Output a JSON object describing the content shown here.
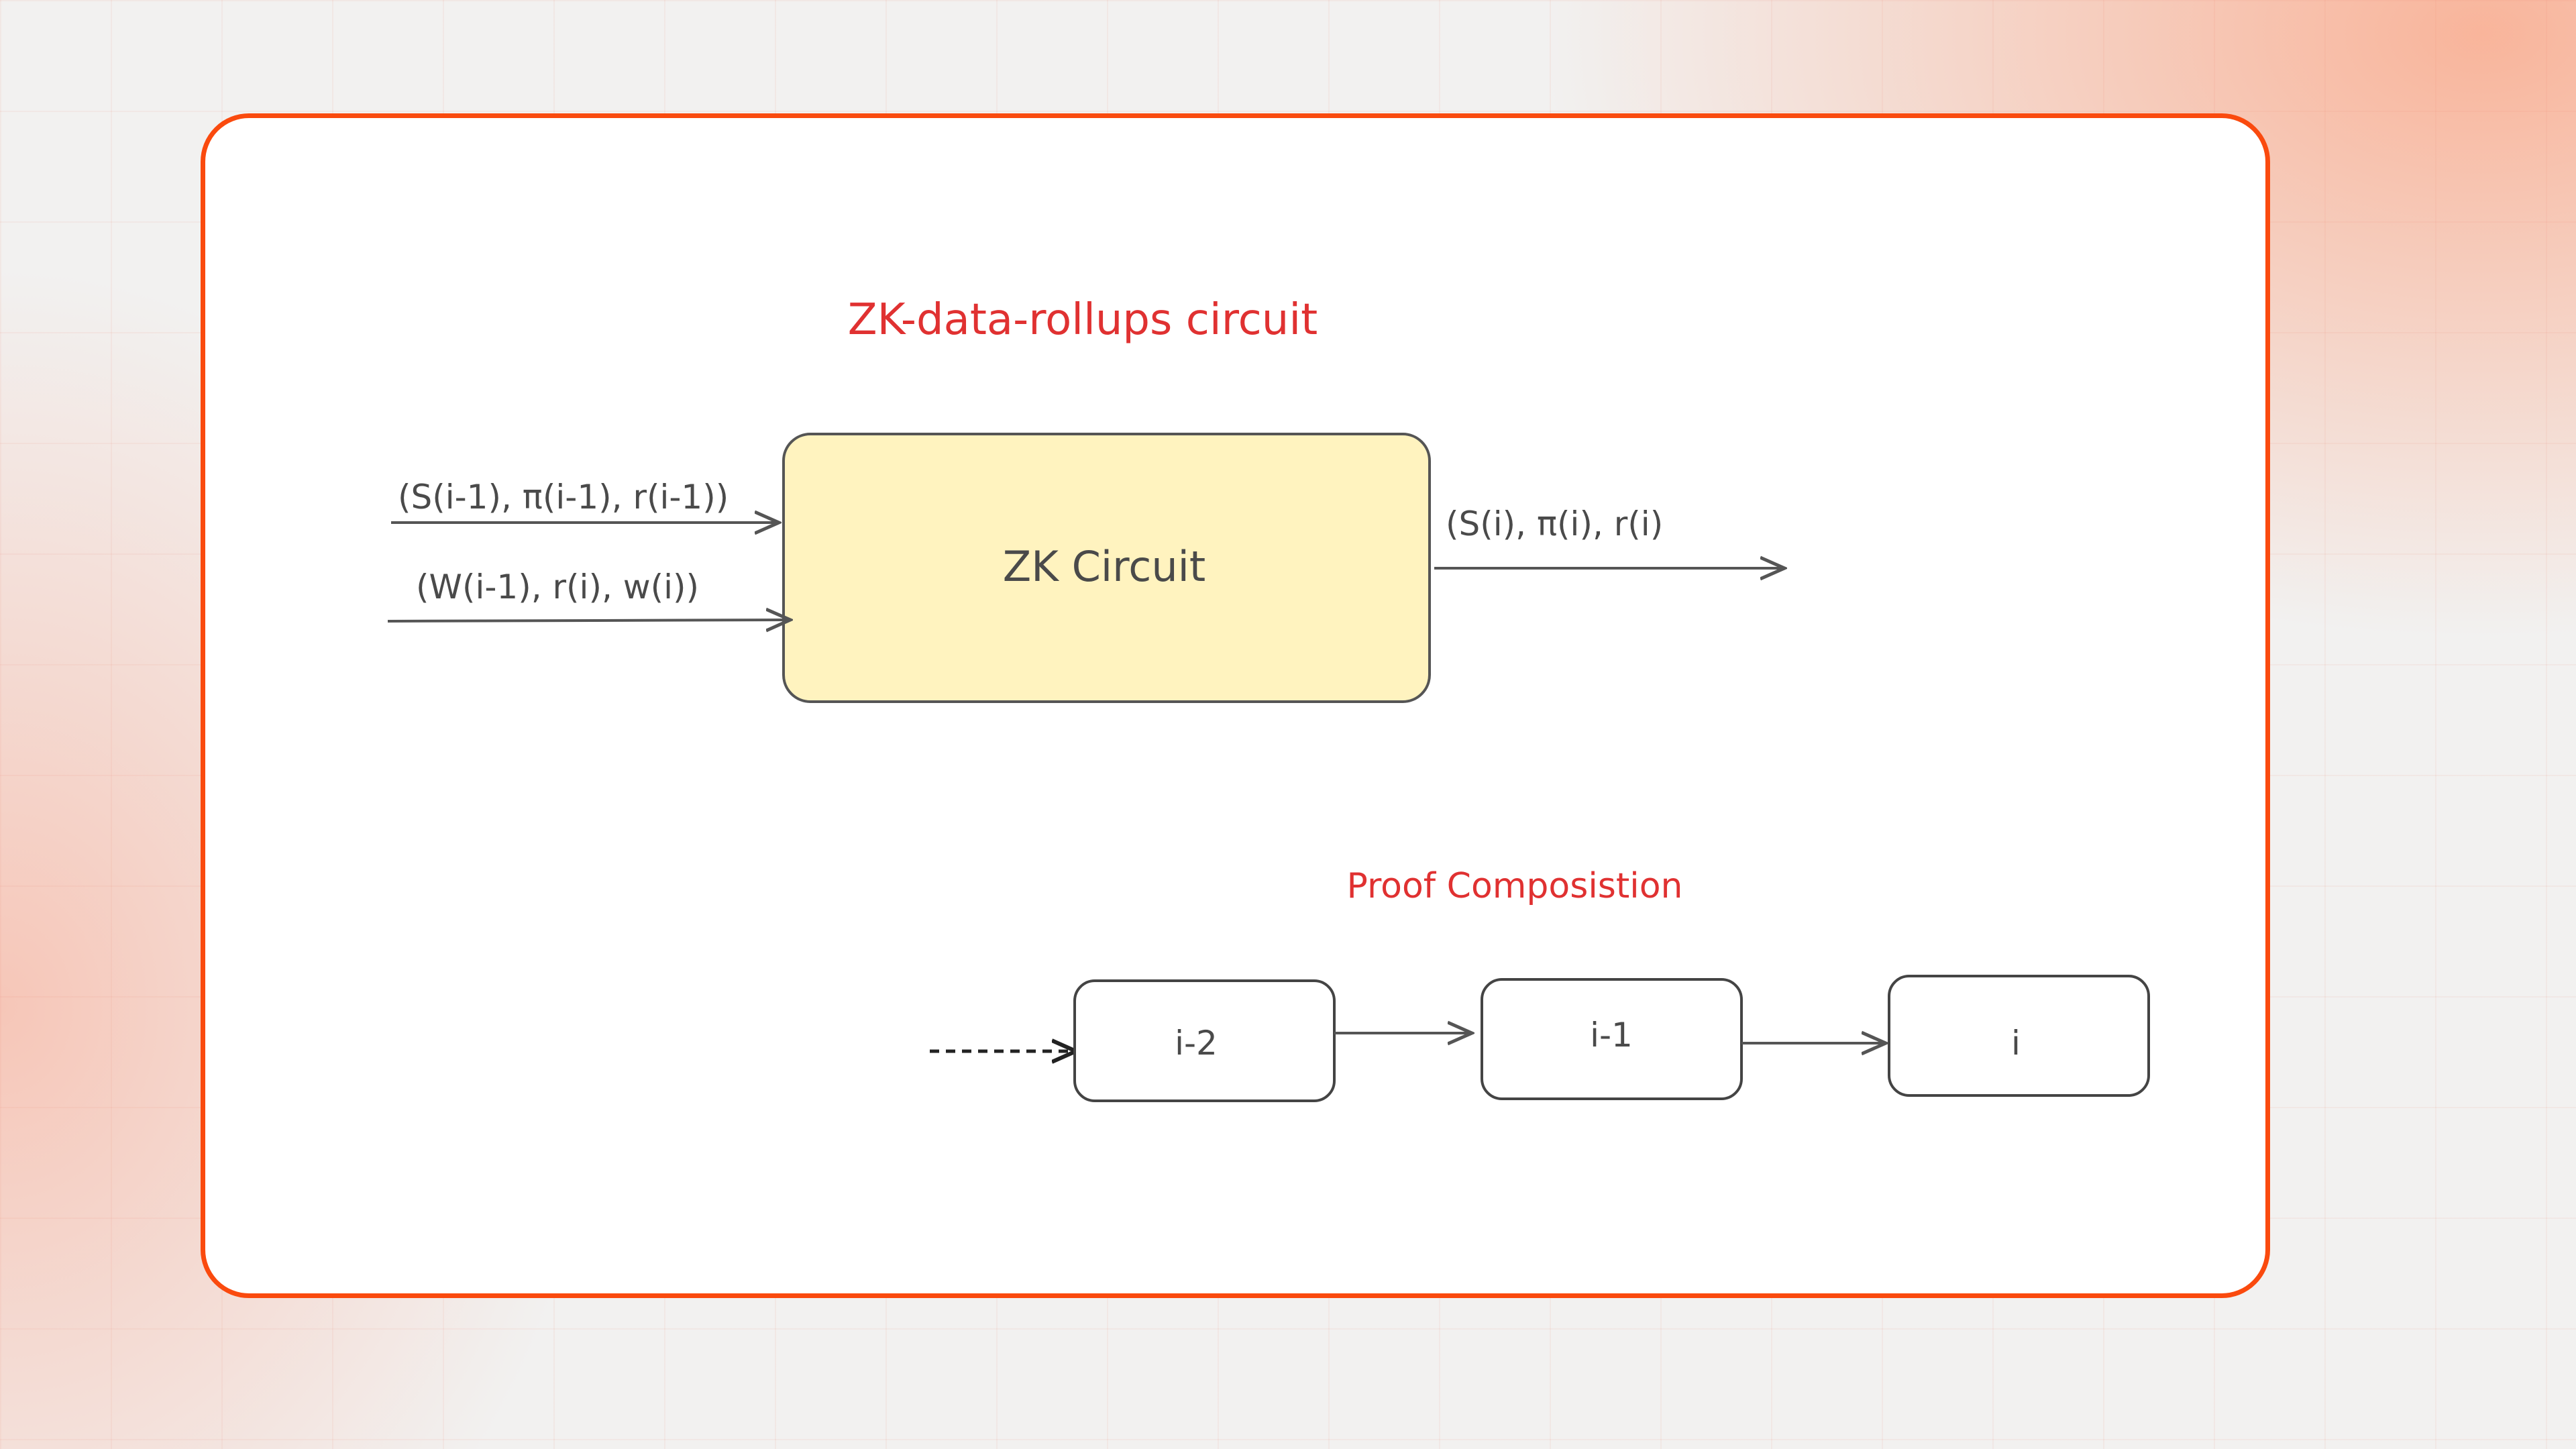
{
  "diagram": {
    "title": "ZK-data-rollups circuit",
    "circuit_label": "ZK Circuit",
    "input_1": "(S(i-1), π(i-1), r(i-1))",
    "input_2": "(W(i-1), r(i), w(i))",
    "output": "(S(i), π(i), r(i)",
    "composition_title": "Proof Composistion",
    "chain": [
      "i-2",
      "i-1",
      "i"
    ]
  },
  "colors": {
    "accent": "#fa4a0e",
    "title": "#e03131",
    "circuit_fill": "#fff3bf"
  }
}
